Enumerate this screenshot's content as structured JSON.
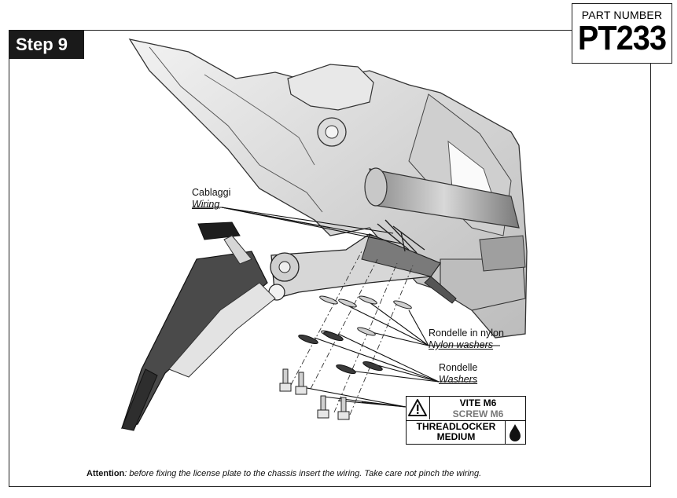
{
  "step": {
    "label": "Step 9"
  },
  "part": {
    "heading": "PART NUMBER",
    "number": "PT233"
  },
  "callouts": {
    "wiring_it": "Cablaggi",
    "wiring_en": "Wiring",
    "nylon_it": "Rondelle in nylon",
    "nylon_en": "Nylon washers",
    "washers_it": "Rondelle",
    "washers_en": "Washers"
  },
  "warning_box": {
    "line1": "VITE M6",
    "line2": "SCREW M6",
    "line3": "THREADLOCKER",
    "line4": "MEDIUM",
    "icon": "warning-triangle-icon",
    "drop_icon": "drop-icon"
  },
  "footer": {
    "attention_label": "Attention",
    "attention_text": ": before fixing the license plate to the chassis insert the wiring. Take care not pinch the wiring."
  }
}
